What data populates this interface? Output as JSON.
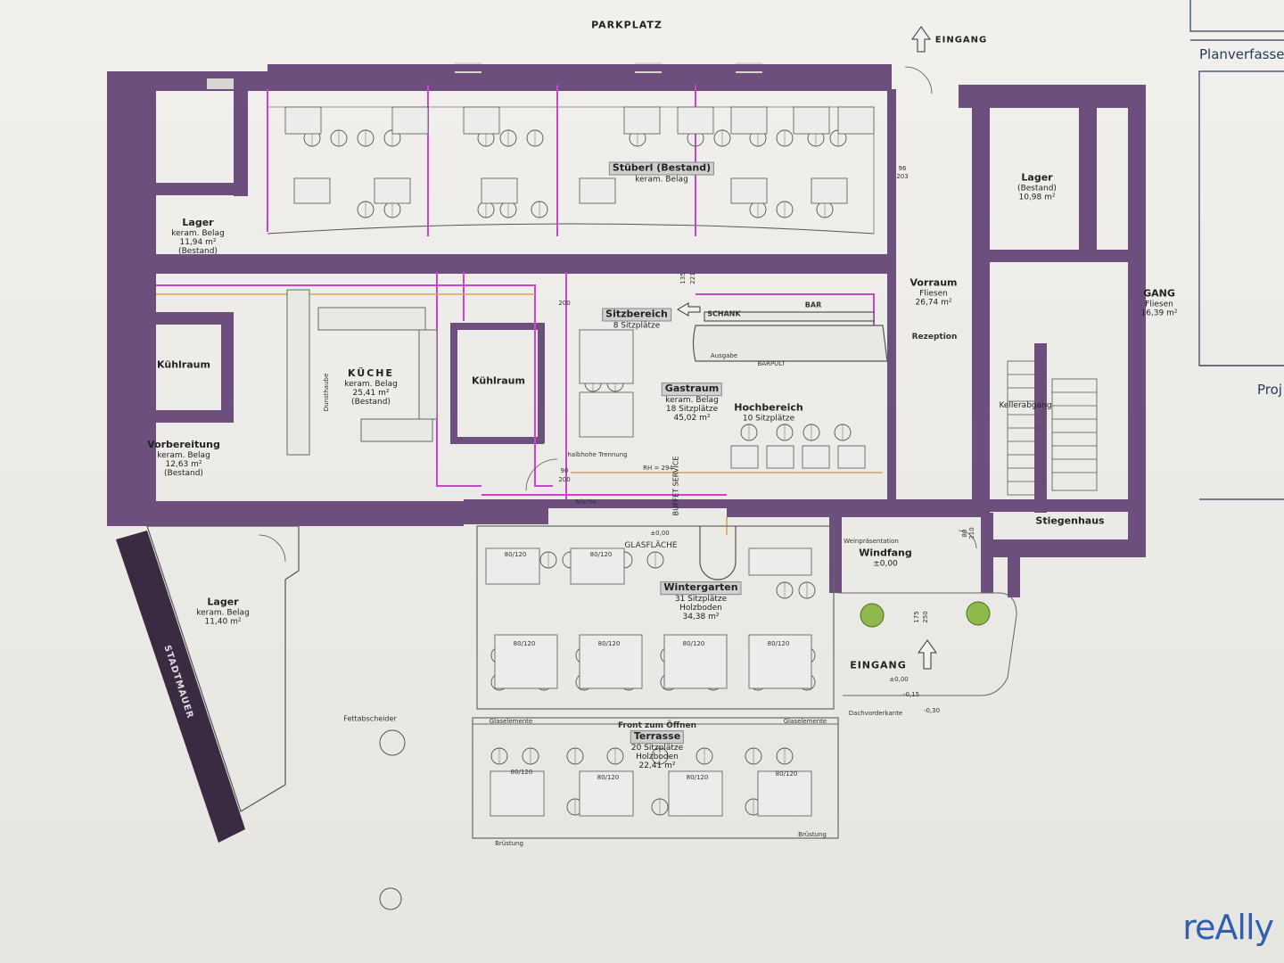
{
  "labels": {
    "parkplatz": "PARKPLATZ",
    "eingang_top": "EINGANG",
    "eingang_bottom": "EINGANG",
    "stadtmauer": "STADTMAUER",
    "glasflaeche": "GLASFLÄCHE",
    "buffet_service": "BUFFET SERVICE",
    "front": "Front zum Öffnen",
    "fettabscheider": "Fettabscheider",
    "dachvorderkante": "Dachvorderkante",
    "glaselemente_l": "Glaselemente",
    "glaselemente_r": "Glaselemente",
    "bruestung_l": "Brüstung",
    "bruestung_r": "Brüstung",
    "schank": "SCHANK",
    "bar": "BAR",
    "rezeption": "Rezeption",
    "barpult": "BARPULT",
    "ausgabe": "Ausgabe",
    "dunstabzug": "Dunsthaube",
    "nische": "Nische",
    "rh294": "RH = 294",
    "halbhohe": "halbhohe Trennung",
    "weinpraesentation": "Weinpräsentation",
    "pm0_1": "±0,00",
    "pm0_2": "±0,00",
    "m015": "-0,15",
    "m030": "-0,30",
    "dim_200a": "200",
    "dim_200b": "200",
    "dim_90": "90",
    "dim_135": "135",
    "dim_221": "221",
    "dim_96": "96",
    "dim_203": "203",
    "dim_175": "175",
    "dim_250": "250",
    "dim_80": "80",
    "dim_210": "210",
    "tisch": "80/120"
  },
  "rooms": {
    "stueberl": {
      "name": "Stüberl (Bestand)",
      "line1": "keram. Belag"
    },
    "lager1": {
      "name": "Lager",
      "line1": "keram. Belag",
      "line2": "11,94 m²",
      "line3": "(Bestand)"
    },
    "kuehlraum1": {
      "name": "Kühlraum"
    },
    "vorbereitung": {
      "name": "Vorbereitung",
      "line1": "keram. Belag",
      "line2": "12,63 m²",
      "line3": "(Bestand)"
    },
    "kueche": {
      "name": "KÜCHE",
      "line1": "keram. Belag",
      "line2": "25,41 m²",
      "line3": "(Bestand)"
    },
    "kuehlraum2": {
      "name": "Kühlraum"
    },
    "sitzbereich": {
      "name": "Sitzbereich",
      "line1": "8 Sitzplätze"
    },
    "gastraum": {
      "name": "Gastraum",
      "line1": "keram. Belag",
      "line2": "18 Sitzplätze",
      "line3": "45,02 m²"
    },
    "hochbereich": {
      "name": "Hochbereich",
      "line1": "10 Sitzplätze"
    },
    "vorraum": {
      "name": "Vorraum",
      "line1": "Fliesen",
      "line2": "26,74 m²"
    },
    "lager_r": {
      "name": "Lager",
      "line1": "(Bestand)",
      "line2": "10,98 m²"
    },
    "gang": {
      "name": "GANG",
      "line1": "Fliesen",
      "line2": "16,39 m²"
    },
    "kellerabgang": {
      "name": "Kellerabgang"
    },
    "stiegenhaus": {
      "name": "Stiegenhaus"
    },
    "windfang": {
      "name": "Windfang",
      "line1": "±0,00"
    },
    "lager_s": {
      "name": "Lager",
      "line1": "keram. Belag",
      "line2": "11,40 m²"
    },
    "wintergarten": {
      "name": "Wintergarten",
      "line1": "31 Sitzplätze",
      "line2": "Holzboden",
      "line3": "34,38 m²"
    },
    "terrasse": {
      "name": "Terrasse",
      "line1": "20 Sitzplätze",
      "line2": "Holzboden",
      "line3": "22,41 m²"
    }
  },
  "titleblock": {
    "planverfasser": "Planverfasse",
    "proj": "Proj"
  },
  "brand": "reAlly",
  "colors": {
    "wall": "#6d4f7d",
    "magenta": "#cc44cc",
    "orange": "#e0a050",
    "line": "#555555",
    "brand": "#2f5fae"
  }
}
